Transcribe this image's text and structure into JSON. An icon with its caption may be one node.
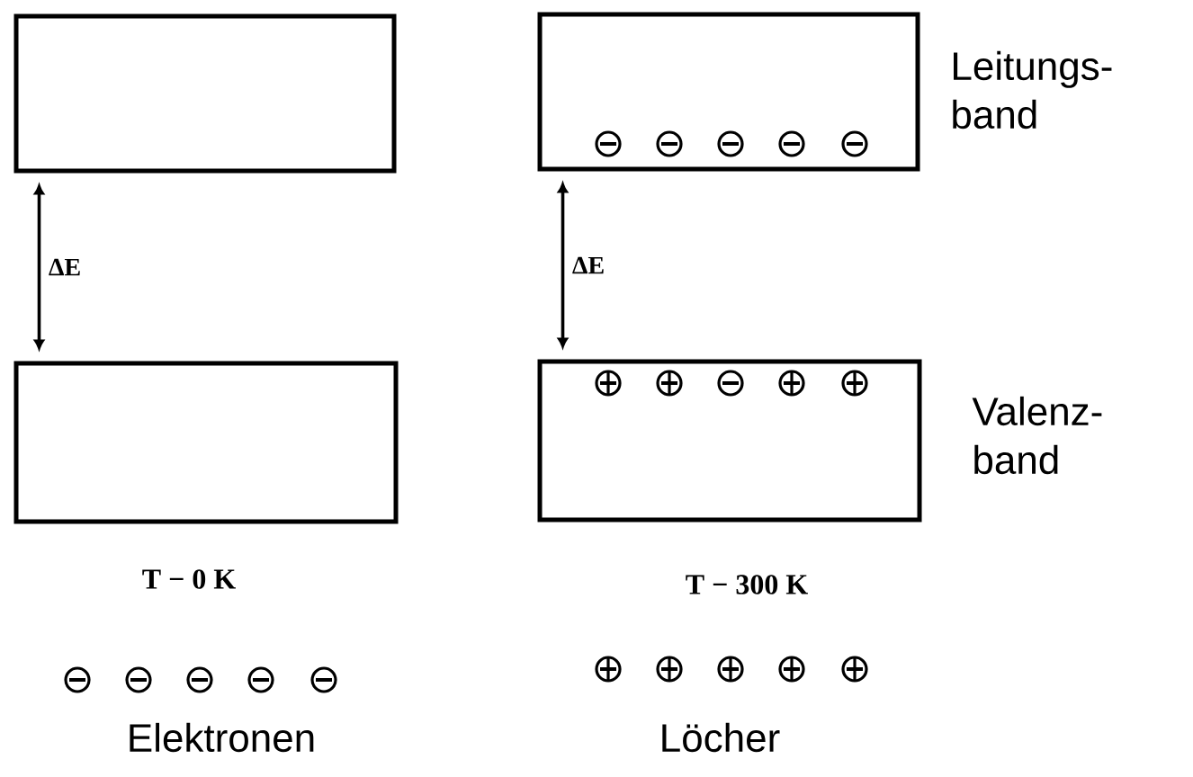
{
  "diagram": {
    "nodes": [
      {
        "text": [],
        "shape": "box"
      },
      {
        "text": [],
        "shape": "box"
      },
      {
        "text": [],
        "shape": "box",
        "beside": [
          "Leitungs- band"
        ]
      },
      {
        "text": [],
        "shape": "box",
        "beside": [
          "Valenz- band"
        ]
      }
    ],
    "edges": [
      {
        "from": 0,
        "to": 1,
        "arrow": "both",
        "label": "ΔE"
      },
      {
        "from": 2,
        "to": 3,
        "arrow": "both",
        "label": "ΔE"
      }
    ],
    "labels": [
      "T − 0 K",
      "T − 300 K",
      "Elektronen",
      "Löcher"
    ]
  }
}
